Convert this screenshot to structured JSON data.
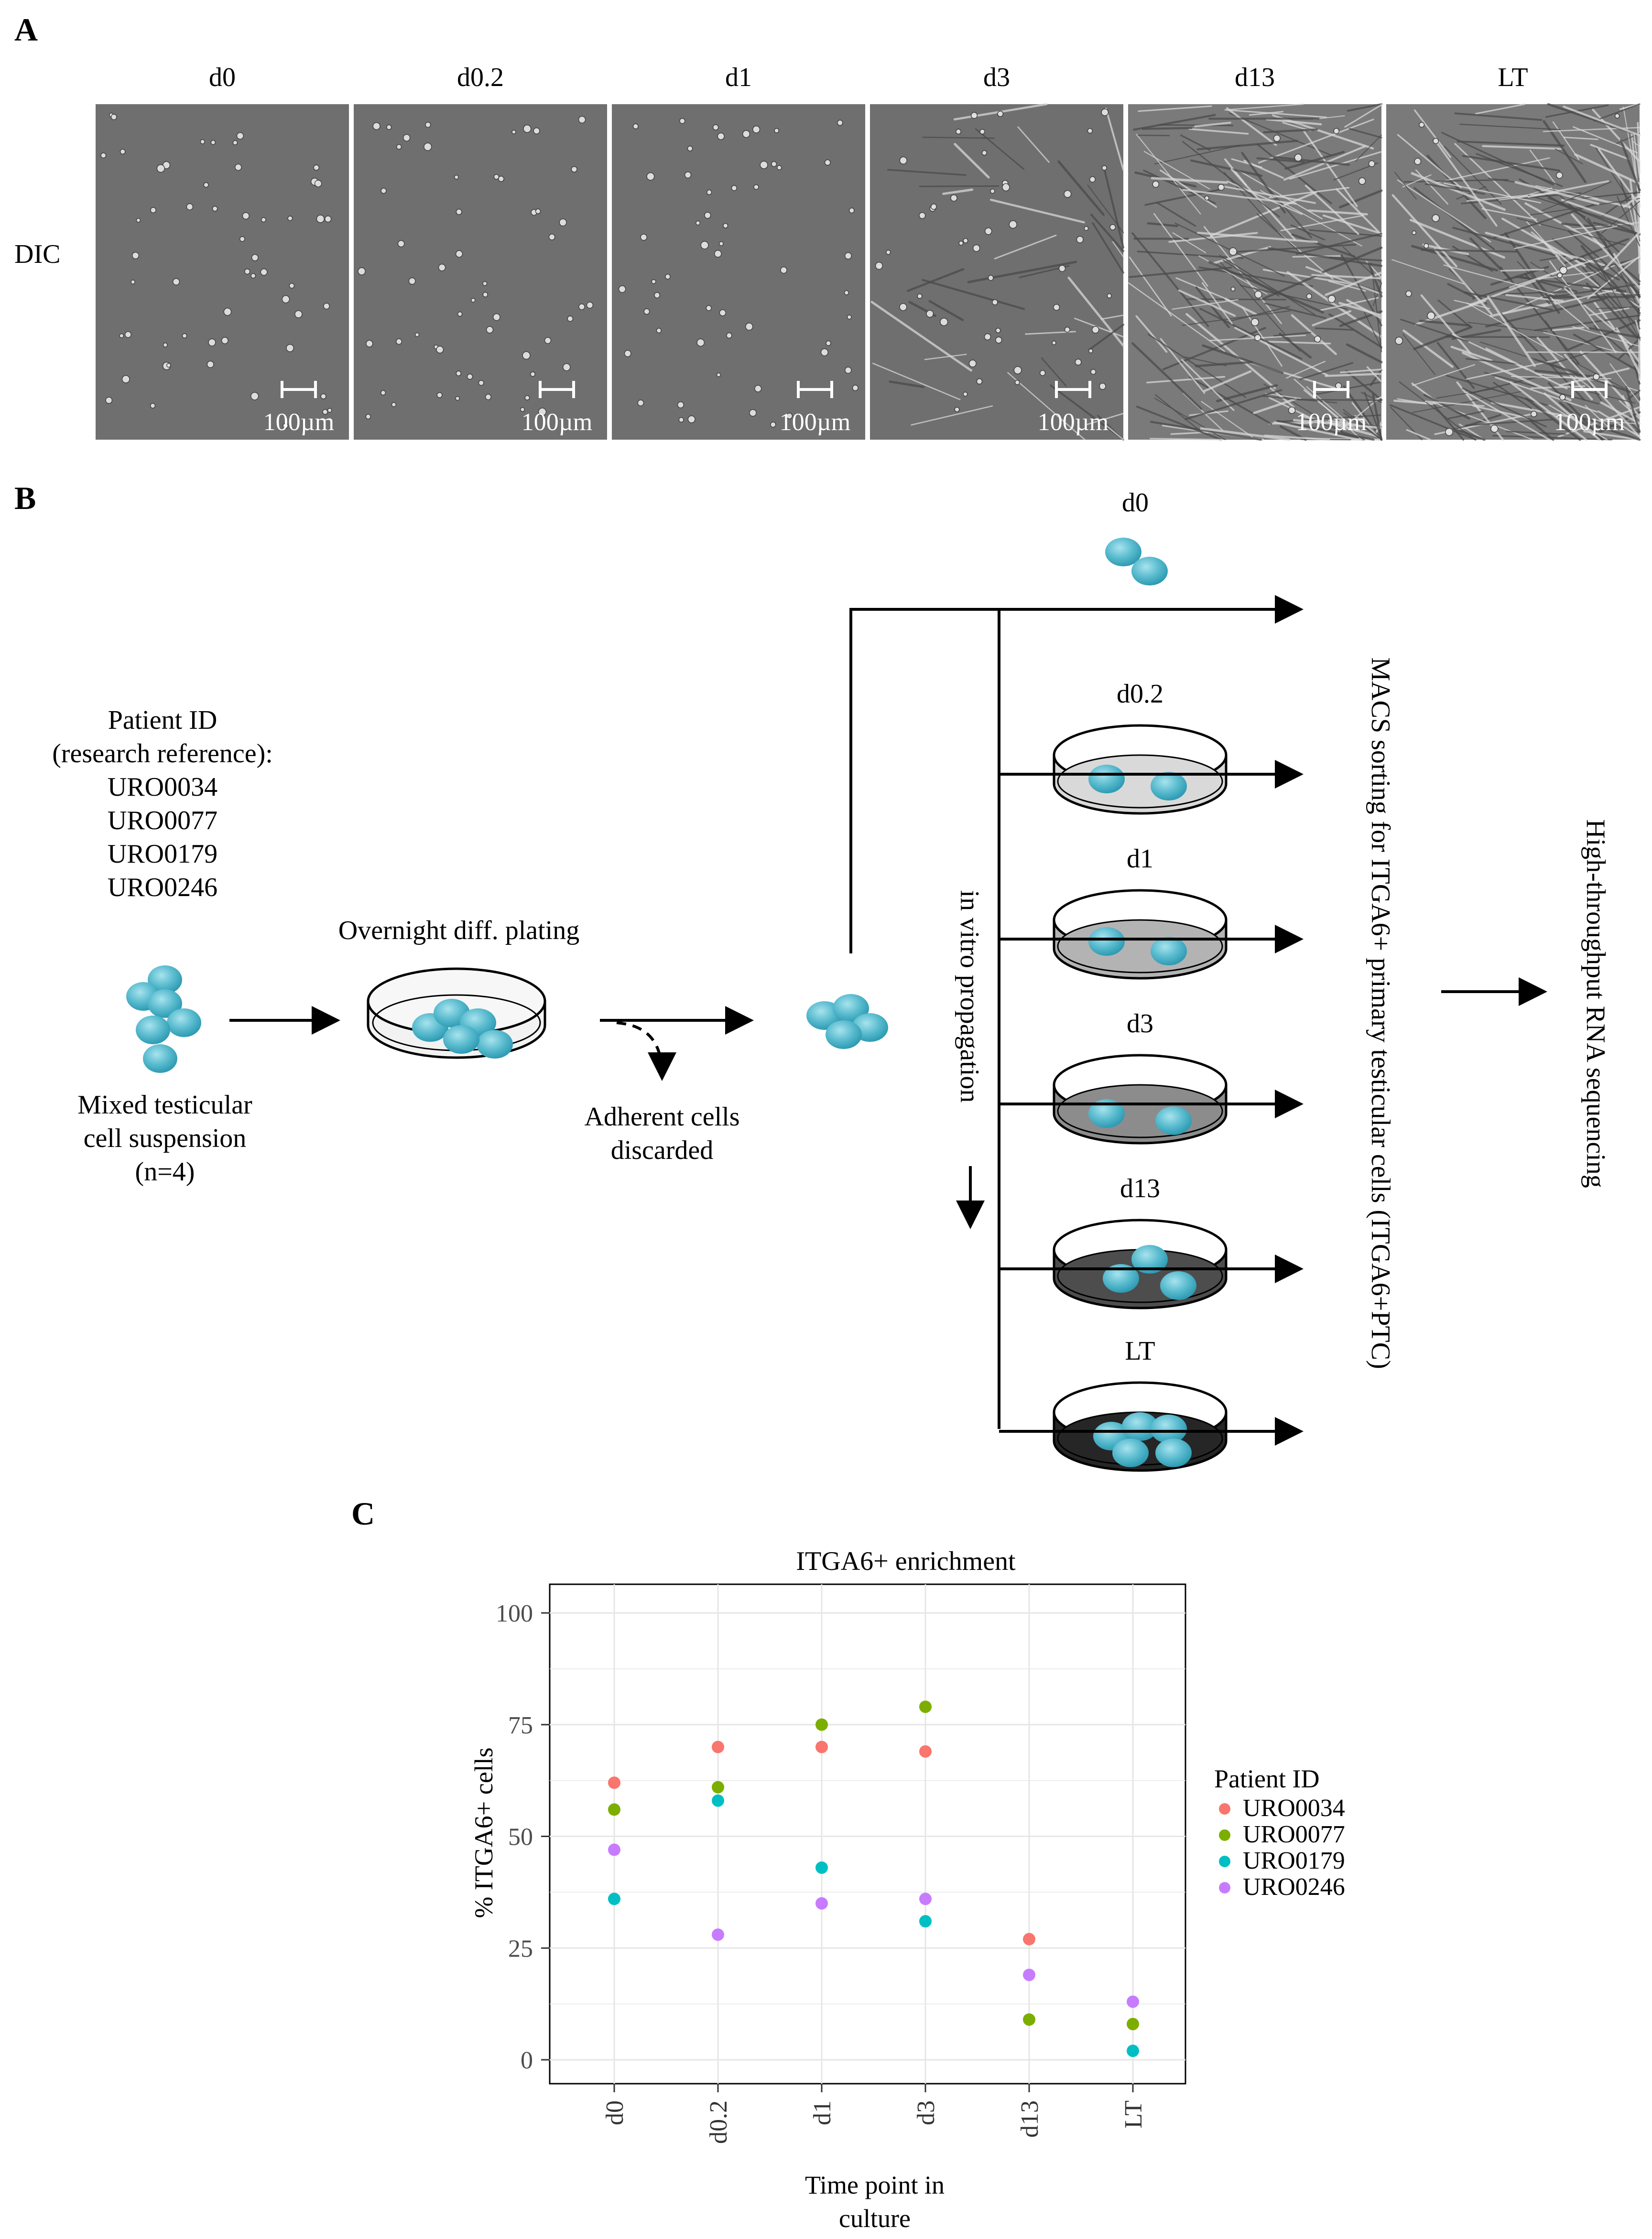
{
  "panel_a": {
    "letter": "A",
    "row_label": "DIC",
    "columns": [
      {
        "label": "d0",
        "scale": "100µm",
        "density": 0.0
      },
      {
        "label": "d0.2",
        "scale": "100µm",
        "density": 0.0
      },
      {
        "label": "d1",
        "scale": "100µm",
        "density": 0.0
      },
      {
        "label": "d3",
        "scale": "100µm",
        "density": 0.15
      },
      {
        "label": "d13",
        "scale": "100µm",
        "density": 0.8
      },
      {
        "label": "LT",
        "scale": "100µm",
        "density": 1.0
      }
    ]
  },
  "panel_b": {
    "letter": "B",
    "patient_header": [
      "Patient ID",
      "(research reference):"
    ],
    "patients": [
      "URO0034",
      "URO0077",
      "URO0179",
      "URO0246"
    ],
    "mixed_label": [
      "Mixed testicular",
      "cell suspension",
      "(n=4)"
    ],
    "plating_label": "Overnight diff. plating",
    "adherent_label": [
      "Adherent cells",
      "discarded"
    ],
    "propagation_label": "in vitro propagation",
    "timepoints": [
      "d0",
      "d0.2",
      "d1",
      "d3",
      "d13",
      "LT"
    ],
    "macs_label": "MACS sorting for ITGA6+ primary testicular cells (ITGA6+PTC)",
    "rna_label": "High-throughput RNA sequencing",
    "colors": {
      "cell": "#5bbccf",
      "cell_dark": "#2e9bb3",
      "dish_shades": [
        "#d9d9d9",
        "#b3b3b3",
        "#8c8c8c",
        "#4d4d4d",
        "#262626"
      ]
    }
  },
  "panel_c": {
    "letter": "C",
    "legend_title": "Patient ID"
  },
  "chart_data": {
    "type": "scatter",
    "title": "ITGA6+ enrichment",
    "xlabel": [
      "Time point in",
      "culture"
    ],
    "ylabel": "% ITGA6+ cells",
    "categories": [
      "d0",
      "d0.2",
      "d1",
      "d3",
      "d13",
      "LT"
    ],
    "ylim": [
      0,
      100
    ],
    "yticks": [
      0,
      25,
      50,
      75,
      100
    ],
    "grid": true,
    "legend_position": "right",
    "series": [
      {
        "name": "URO0034",
        "color": "#f8766d",
        "values": [
          62,
          70,
          70,
          69,
          27,
          null
        ]
      },
      {
        "name": "URO0077",
        "color": "#7cae00",
        "values": [
          56,
          61,
          75,
          79,
          9,
          8
        ]
      },
      {
        "name": "URO0179",
        "color": "#00bfc4",
        "values": [
          36,
          58,
          43,
          31,
          null,
          2
        ]
      },
      {
        "name": "URO0246",
        "color": "#c77cff",
        "values": [
          47,
          28,
          35,
          36,
          19,
          13
        ]
      }
    ]
  }
}
